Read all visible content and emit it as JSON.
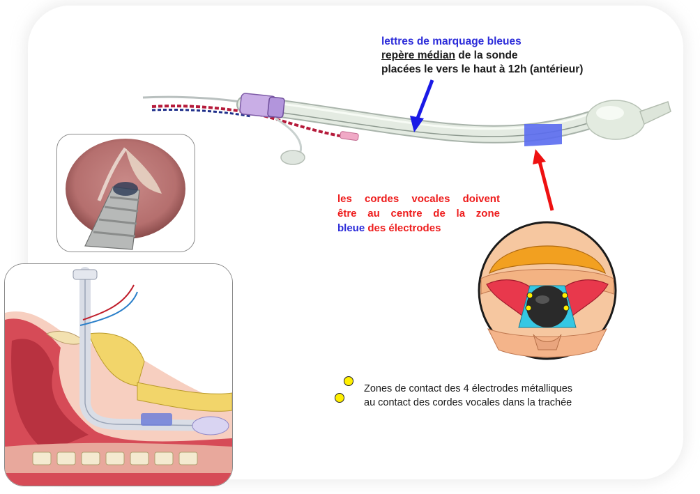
{
  "top_annotation": {
    "line1": "lettres de marquage bleues",
    "line2_underlined": "repère médian",
    "line2_rest": " de la sonde",
    "line3": "placées le vers le haut à 12h (antérieur)"
  },
  "vocal_cords_annotation": {
    "line1_words": [
      "les",
      "cordes",
      "vocales",
      "doivent"
    ],
    "line2_words": [
      "être",
      "au",
      "centre",
      "de",
      "la",
      "zone"
    ],
    "line3_blue": "bleue",
    "line3_rest": " des électrodes"
  },
  "legend": {
    "line1": "Zones de contact des 4 électrodes métalliques",
    "line2": "au contact des cordes vocales dans la trachée"
  },
  "colors": {
    "blue_text": "#2b2bd9",
    "red_text": "#ee1c1c",
    "blue_arrow": "#1a1ae6",
    "red_arrow": "#ee1111",
    "electrode_band": "#5a6cf0",
    "electrode_dot": "#ffef00",
    "trachea_cyan": "#35c7e3",
    "vocal_fold_red": "#e8384c",
    "epiglottis_orange": "#f2a020"
  },
  "icons": [
    "blue-arrow",
    "red-arrow",
    "electrode-dot"
  ]
}
